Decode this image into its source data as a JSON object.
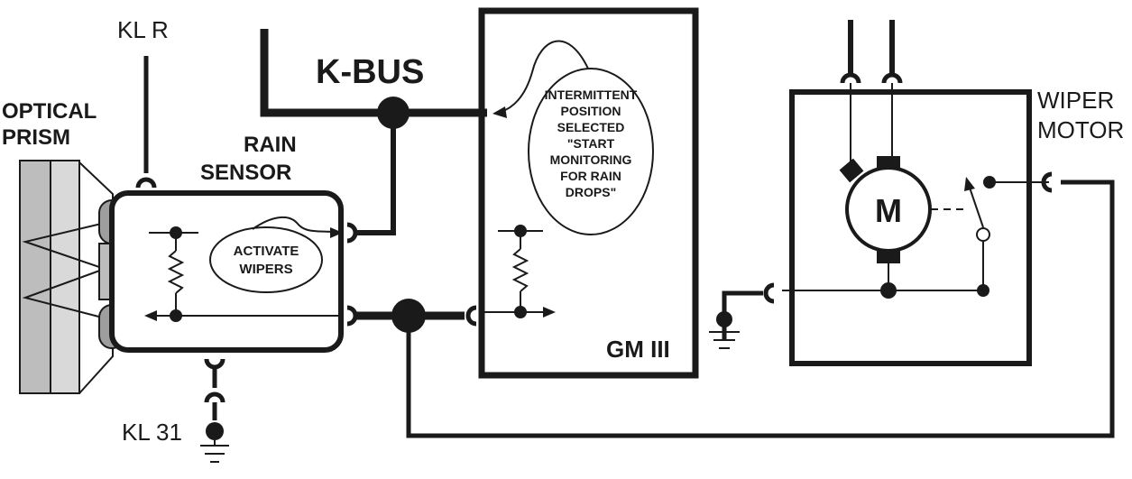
{
  "labels": {
    "kl_r": "KL R",
    "k_bus": "K-BUS",
    "optical_prism_line1": "OPTICAL",
    "optical_prism_line2": "PRISM",
    "rain_sensor_line1": "RAIN",
    "rain_sensor_line2": "SENSOR",
    "activate_line1": "ACTIVATE",
    "activate_line2": "WIPERS",
    "bubble_lines": [
      "INTERMITTENT",
      "POSITION",
      "SELECTED",
      "\"START",
      "MONITORING",
      "FOR RAIN",
      "DROPS\""
    ],
    "gm": "GM III",
    "wiper_motor_line1": "WIPER",
    "wiper_motor_line2": "MOTOR",
    "motor_symbol": "M",
    "kl_31": "KL 31"
  }
}
